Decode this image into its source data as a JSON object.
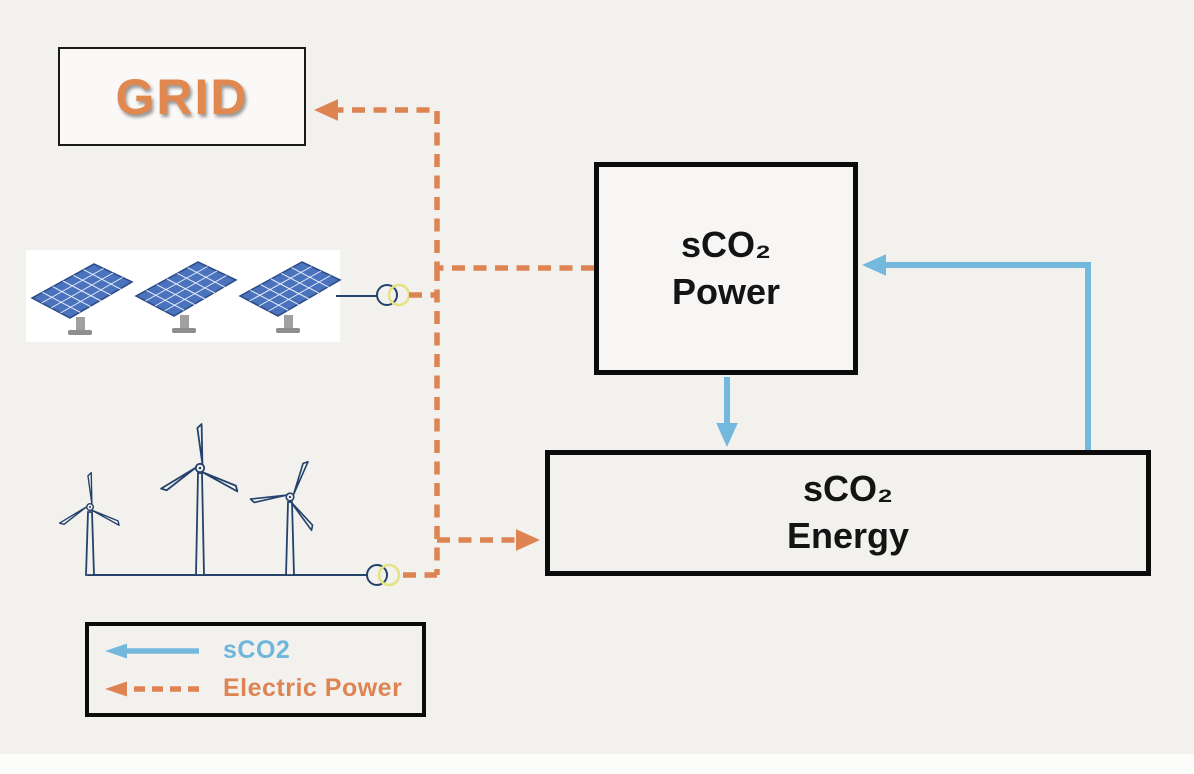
{
  "colors": {
    "background": "#f2f1ee",
    "electric_power_orange": "#dd8452",
    "sco2_blue": "#74b9dd",
    "line_navy": "#24426b",
    "connector_yellow": "#e3e380",
    "grid_text_orange": "#e08850",
    "box_border_black": "#0b0b0b"
  },
  "grid_box": {
    "label": "GRID"
  },
  "power_box": {
    "line1": "sCO₂",
    "line2": "Power"
  },
  "energy_box": {
    "line1": "sCO₂",
    "line2": "Energy"
  },
  "legend": {
    "sco2": {
      "label": "sCO2"
    },
    "electric_power": {
      "label": "Electric Power"
    }
  },
  "icons": {
    "solar_array": "solar-panel-array-icon",
    "wind_farm": "wind-turbine-array-icon",
    "connector": "circuit-connector-icon",
    "sco2_arrow": "sco2-arrow-icon",
    "electric_arrow": "electric-power-arrow-icon"
  }
}
